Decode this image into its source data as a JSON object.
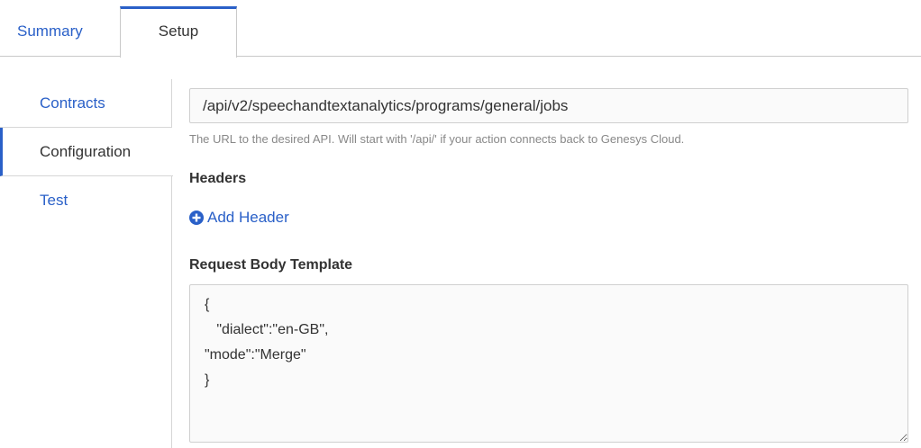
{
  "tabs": {
    "summary": "Summary",
    "setup": "Setup"
  },
  "sidenav": {
    "items": [
      {
        "label": "Contracts"
      },
      {
        "label": "Configuration"
      },
      {
        "label": "Test"
      }
    ]
  },
  "request": {
    "url_value": "/api/v2/speechandtextanalytics/programs/general/jobs",
    "url_help": "The URL to the desired API. Will start with '/api/' if your action connects back to Genesys Cloud.",
    "headers_label": "Headers",
    "add_header_label": "Add Header",
    "body_label": "Request Body Template",
    "body_value": "{\n   \"dialect\":\"en-GB\",\n\"mode\":\"Merge\"\n}"
  },
  "colors": {
    "accent": "#2a60c8",
    "text": "#333333",
    "muted": "#888888"
  },
  "icons": {
    "add_header": "plus-circle-icon"
  }
}
